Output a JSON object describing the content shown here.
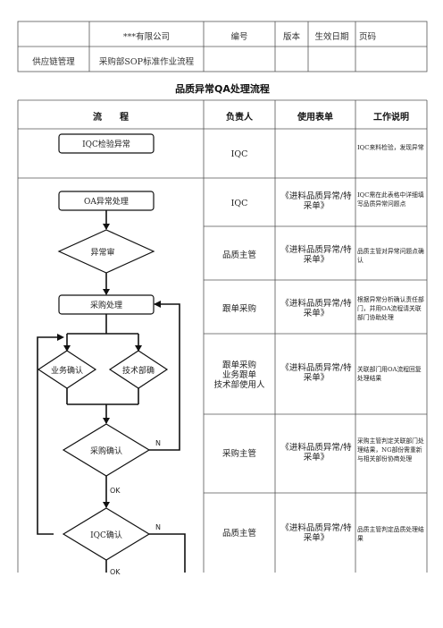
{
  "header": {
    "company": "***有限公司",
    "number_label": "编号",
    "version_label": "版本",
    "effective_date_label": "生效日期",
    "page_label": "页码",
    "department": "供应链管理",
    "doc_name": "采购部SOP标准作业流程"
  },
  "title": "品质异常QA处理流程",
  "columns": {
    "flow": "流　　程",
    "owner": "负责人",
    "form": "使用表单",
    "description": "工作说明"
  },
  "flowchart": {
    "iqc_inspect": "IQC检验异常",
    "oa_handle": "OA异常处理",
    "abnormal_review": "异常审",
    "purchase_handle": "采购处理",
    "business_confirm": "业务确认",
    "tech_dept": "技术部确",
    "purchase_confirm": "采购确认",
    "iqc_confirm": "IQC确认",
    "n1": "N",
    "n2": "N",
    "ok1": "OK",
    "ok2": "OK"
  },
  "rows": [
    {
      "owner": "IQC",
      "form": "",
      "desc": "IQC来料检验，发现异常"
    },
    {
      "owner": "IQC",
      "form": "《进料品质异常/特采单》",
      "desc": "IQC需在此表格中详细填写品质异常问题点"
    },
    {
      "owner": "品质主管",
      "form": "《进料品质异常/特采单》",
      "desc": "品质主管对异常问题点确认"
    },
    {
      "owner": "跟单采购",
      "form": "《进料品质异常/特采单》",
      "desc": "根据异常分析确认责任部门，并用OA流程请关联部门协助处理"
    },
    {
      "owner": "跟单采购\n业务跟单\n技术部使用人",
      "form": "《进料品质异常/特采单》",
      "desc": "关联部门用OA流程回复处理结果"
    },
    {
      "owner": "采购主管",
      "form": "《进料品质异常/特采单》",
      "desc": "采购主管判定关联部门处理结果，NG部份需重新与相关部份协商处理"
    },
    {
      "owner": "品质主管",
      "form": "《进料品质异常/特采单》",
      "desc": "品质主管判定品质处理结果"
    }
  ]
}
